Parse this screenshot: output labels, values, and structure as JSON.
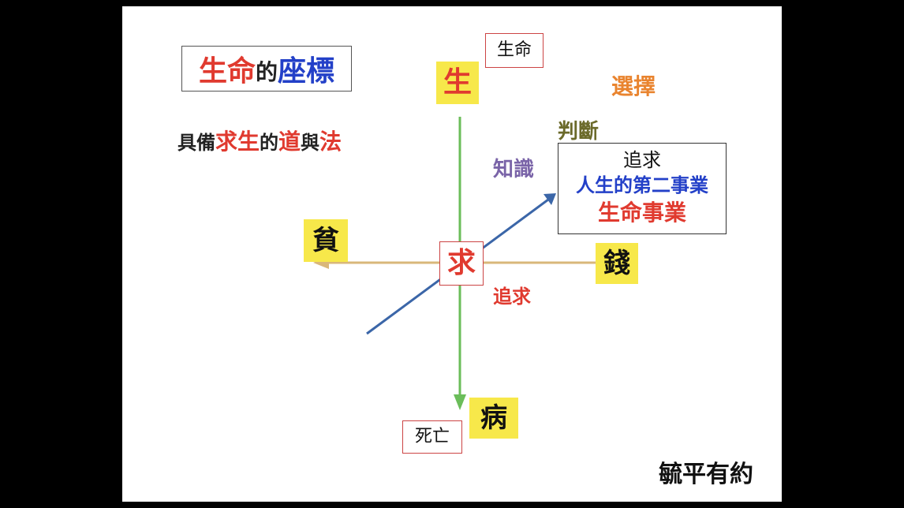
{
  "title": {
    "part1": "生命",
    "part2": "的",
    "part3": "座標"
  },
  "subtitle": {
    "part1": "具備",
    "part2": "求生",
    "part3": "的",
    "part4": "道",
    "part5": "與",
    "part6": "法"
  },
  "labels": {
    "top_yellow": "生",
    "top_box": "生命",
    "choice": "選擇",
    "judgment": "判斷",
    "knowledge": "知識",
    "left_yellow": "貧",
    "center_box": "求",
    "right_yellow": "錢",
    "pursuit": "追求",
    "bottom_yellow": "病",
    "bottom_box": "死亡"
  },
  "goal_box": {
    "line1": "追求",
    "line2": "人生的第二事業",
    "line3": "生命事業"
  },
  "watermark": "毓平有約",
  "colors": {
    "red": "#e03a2f",
    "blue": "#2340c8",
    "orange": "#e9842f",
    "olive": "#6b6a2a",
    "purple": "#7a64a8",
    "green": "#6bbd5a",
    "tan": "#d9b77a",
    "arrow_blue": "#3b66a8"
  }
}
